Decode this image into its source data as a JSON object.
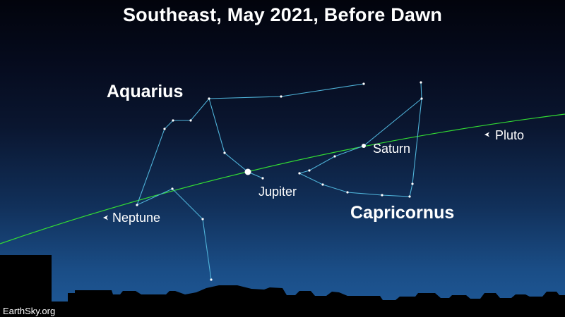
{
  "title": "Southeast, May 2021, Before Dawn",
  "credit": "EarthSky.org",
  "colors": {
    "constellation_line": "#4fb3d9",
    "star": "#ffffff",
    "ecliptic": "#33dd33",
    "ground": "#000000"
  },
  "constellations": [
    {
      "name": "Aquarius"
    },
    {
      "name": "Capricornus"
    }
  ],
  "planets": [
    {
      "name": "Jupiter",
      "marker": "large-dot"
    },
    {
      "name": "Saturn",
      "marker": "small-dot"
    },
    {
      "name": "Neptune",
      "marker": "arrow-icon"
    },
    {
      "name": "Pluto",
      "marker": "arrow-icon"
    }
  ],
  "ecliptic": {
    "label": ""
  }
}
